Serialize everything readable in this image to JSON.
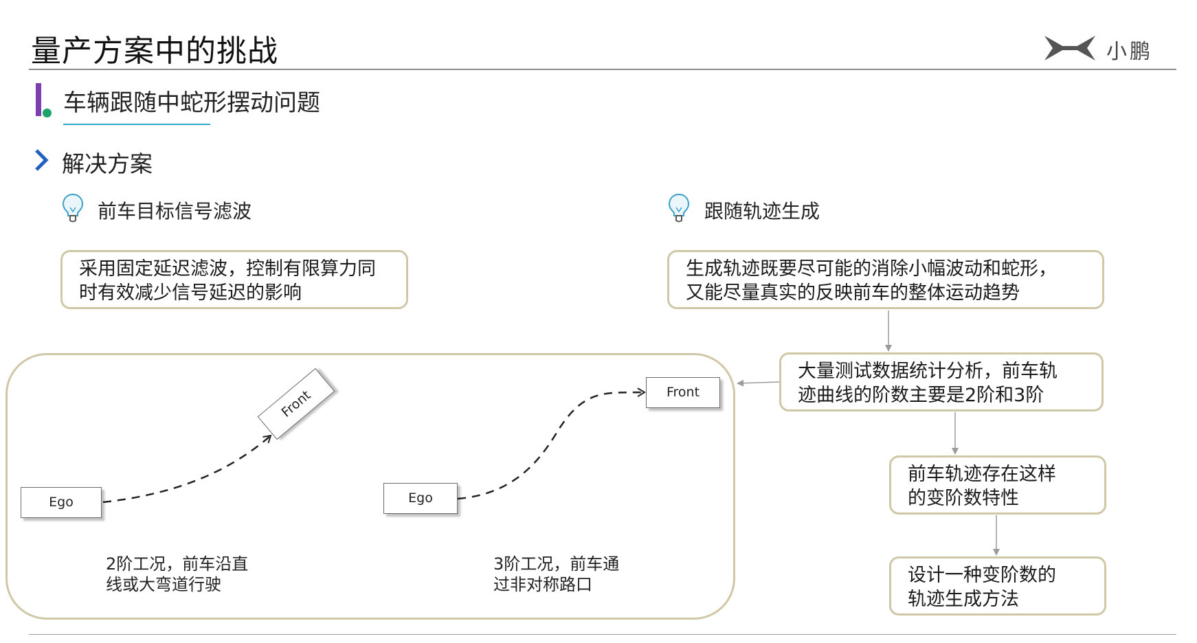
{
  "header": {
    "title": "量产方案中的挑战",
    "brand_name": "小鹏"
  },
  "section": {
    "title": "车辆跟随中蛇形摆动问题",
    "solution_label": "解决方案"
  },
  "topics": {
    "left": "前车目标信号滤波",
    "right": "跟随轨迹生成"
  },
  "boxes": {
    "filter_line1": "采用固定延迟滤波，控制有限算力同",
    "filter_line2": "时有效减少信号延迟的影响",
    "traj_line1": "生成轨迹既要尽可能的消除小幅波动和蛇形，",
    "traj_line2": "又能尽量真实的反映前车的整体运动趋势",
    "stats_line1": "大量测试数据统计分析，前车轨",
    "stats_line2": "迹曲线的阶数主要是2阶和3阶",
    "variable_line1": "前车轨迹存在这样",
    "variable_line2": "的变阶数特性",
    "design_line1": "设计一种变阶数的",
    "design_line2": "轨迹生成方法"
  },
  "scenarios": {
    "ego_label": "Ego",
    "front_label": "Front",
    "left_caption_line1": "2阶工况，前车沿直",
    "left_caption_line2": "线或大弯道行驶",
    "right_caption_line1": "3阶工况，前车通",
    "right_caption_line2": "过非对称路口"
  },
  "icons": {
    "bullet": "chevron-right-icon",
    "topic": "lightbulb-icon",
    "brand": "xpeng-logo-icon"
  },
  "colors": {
    "box_border": "#cfc7a5",
    "section_bar": "#7b3fb0",
    "section_dot": "#1ea36b",
    "accent_blue": "#1f5fbf",
    "underline": "#2aa6c8"
  }
}
